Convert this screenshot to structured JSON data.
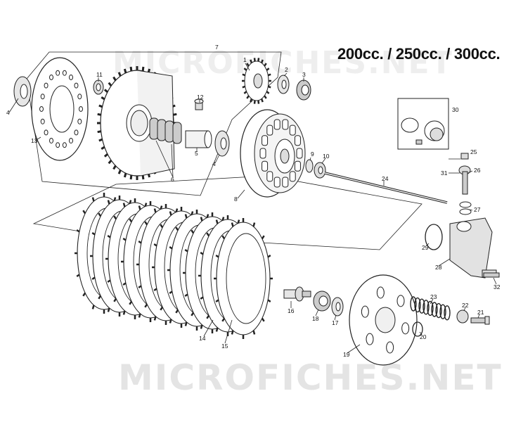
{
  "title": "200cc. / 250cc. / 300cc.",
  "watermark": "MICROFICHES.NET",
  "colors": {
    "line": "#222222",
    "fill": "#ffffff",
    "shade": "#d9d9d9",
    "dark": "#555555"
  },
  "callouts": [
    "1",
    "2",
    "3",
    "4",
    "5",
    "6",
    "7",
    "8",
    "9",
    "10",
    "11",
    "12",
    "13",
    "14",
    "15",
    "16",
    "17",
    "18",
    "19",
    "20",
    "21",
    "22",
    "23",
    "24",
    "25",
    "26",
    "27",
    "28",
    "29",
    "30",
    "31",
    "32"
  ]
}
